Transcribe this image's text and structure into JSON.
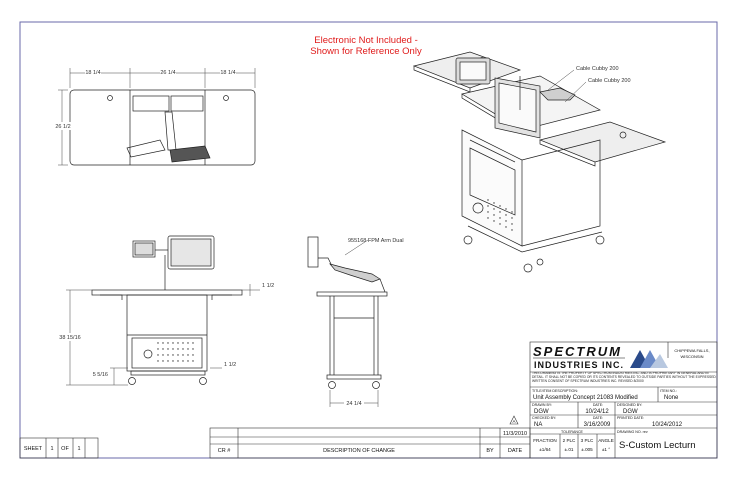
{
  "note": {
    "line1": "Electronic Not Included -",
    "line2": "Shown for Reference Only"
  },
  "callouts": {
    "cable_cubby_1": "Cable Cubby 200",
    "cable_cubby_2": "Cable Cubby 200",
    "arm": "955168 FPM Arm Dual"
  },
  "dimensions": {
    "top_left": "18 1/4",
    "top_mid": "26 1/4",
    "top_right": "18 1/4",
    "depth": "26 1/2",
    "height": "38 15/16",
    "shelf": "5 5/16",
    "side_a": "1 1/2",
    "side_b": "1 1/2",
    "side_width": "24 1/4"
  },
  "title_block": {
    "company_line1": "SPECTRUM",
    "company_line2": "INDUSTRIES INC.",
    "location_line1": "CHIPPEWA FALLS,",
    "location_line2": "WISCONSIN",
    "proprietary": "THIS DRAWING IS THE PROPERTY OF SPECTRUM INDUSTRIES INC. AND IS PROPRIETARY IN GENERAL AND IN DETAIL. IT SHALL NOT BE COPIED OR ITS CONTENTS REVEALED TO OUTSIDE PARTIES WITHOUT THE EXPRESSED WRITTEN CONSENT OF SPECTRUM INDUSTRIES INC.  REVISED 8/2000",
    "title_label": "TITLE/ITEM DESCRIPTION:",
    "title_value": "Unit Assembly Concept 21083 Modified",
    "item_no_label": "ITEM NO.:",
    "item_no_value": "None",
    "drawn_by_label": "DRAWN BY:",
    "drawn_by_value": "DGW",
    "drawn_date_label": "DATE:",
    "drawn_date_value": "10/24/12",
    "designed_by_label": "DESIGNED BY:",
    "designed_by_value": "DGW",
    "checked_by_label": "CHECKED BY:",
    "checked_by_value": "NA",
    "checked_date_label": "DATE:",
    "checked_date_value": "3/16/2009",
    "printed_date_label": "PRINTED DATE:",
    "printed_date_value": "10/24/2012",
    "tolerance_label": "TOLERANCE",
    "fraction_label": "FRACTION",
    "fraction_value": "±1/64",
    "plc2_label": "2 PLC",
    "plc2_value": "±.01",
    "plc3_label": "3 PLC",
    "plc3_value": "±.005",
    "angle_label": "ANGLE",
    "angle_value": "±1 °",
    "drawing_no_label": "DRAWING NO. rev",
    "drawing_no_value": "S-Custom Lecturn",
    "revision_date": "11/3/2010",
    "revision_mark": "A"
  },
  "revision_block": {
    "cr_label": "CR #",
    "description_label": "DESCRIPTION OF CHANGE",
    "by_label": "BY",
    "date_label": "DATE"
  },
  "sheet_block": {
    "sheet_label": "SHEET",
    "sheet_no": "1",
    "of_label": "OF",
    "sheet_total": "1"
  }
}
